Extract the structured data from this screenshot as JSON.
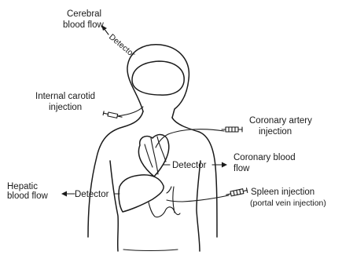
{
  "labels": {
    "cerebral_line1": "Cerebral",
    "cerebral_line2": "blood flow",
    "cerebral_detector": "Detector",
    "carotid_line1": "Internal carotid",
    "carotid_line2": "injection",
    "coronary_artery_line1": "Coronary artery",
    "coronary_artery_line2": "injection",
    "coronary_detector": "Detector",
    "coronary_flow_line1": "Coronary blood",
    "coronary_flow_line2": "flow",
    "hepatic_line1": "Hepatic",
    "hepatic_line2": "blood flow",
    "hepatic_detector": "Detector",
    "spleen_line1": "Spleen injection",
    "spleen_line2": "(portal vein injection)"
  }
}
